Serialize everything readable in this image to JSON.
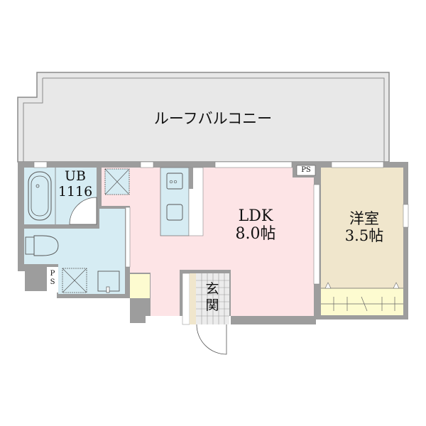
{
  "floorplan": {
    "colors": {
      "wall": "#9d9d9d",
      "balcony": "#e8e8e8",
      "wet_area": "#d6ecf3",
      "ldk": "#fde4e6",
      "western_room": "#f0e6cc",
      "storage": "#fdfbd0",
      "entrance": "#ececec"
    },
    "rooms": {
      "balcony": {
        "label": "ルーフバルコニー"
      },
      "unit_bath": {
        "label_line1": "UB",
        "label_line2": "1116"
      },
      "ldk": {
        "label_line1": "LDK",
        "label_line2": "8.0帖"
      },
      "western": {
        "label_line1": "洋室",
        "label_line2": "3.5帖"
      },
      "entrance": {
        "label_line1": "玄",
        "label_line2": "関"
      },
      "ps_top": {
        "label": "PS"
      },
      "ps_left": {
        "label_line1": "P",
        "label_line2": "S"
      }
    }
  }
}
